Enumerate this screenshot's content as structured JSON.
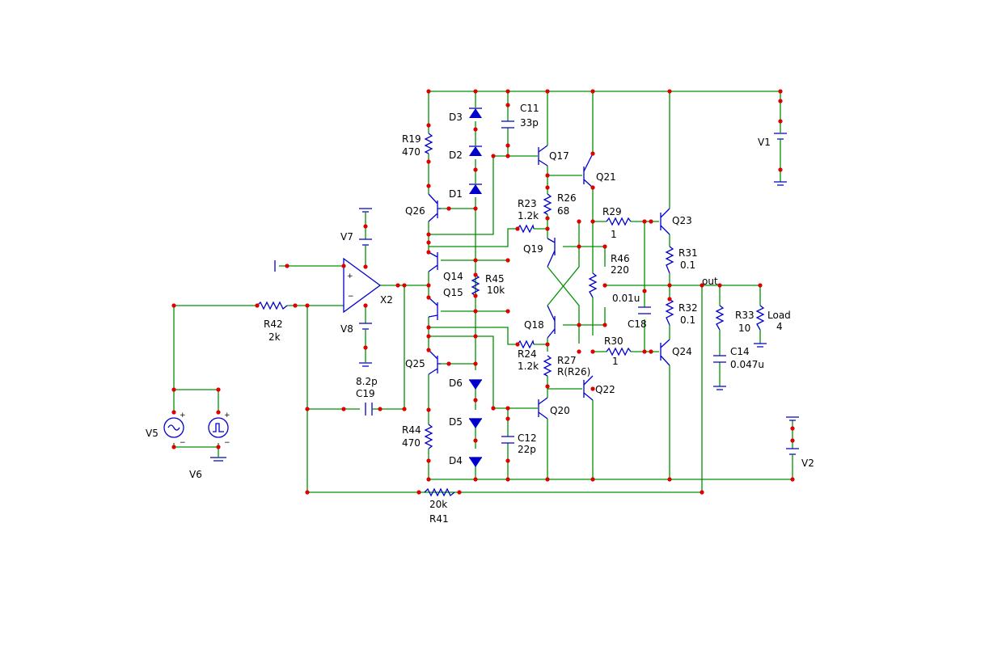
{
  "components": {
    "D3": "D3",
    "D2": "D2",
    "D1": "D1",
    "D6": "D6",
    "D5": "D5",
    "D4": "D4",
    "C11": "C11",
    "C11_val": "33p",
    "C12": "C12",
    "C12_val": "22p",
    "C18": "C18",
    "C18_val": "0.01u",
    "C19": "C19",
    "C19_val": "8.2p",
    "C14": "C14",
    "C14_val": "0.047u",
    "R19": "R19",
    "R19_val": "470",
    "R44": "R44",
    "R44_val": "470",
    "R23": "R23",
    "R23_val": "1.2k",
    "R24": "R24",
    "R24_val": "1.2k",
    "R26": "R26",
    "R26_val": "68",
    "R27": "R27",
    "R27_val": "R(R26)",
    "R29": "R29",
    "R29_val": "1",
    "R30": "R30",
    "R30_val": "1",
    "R31": "R31",
    "R31_val": "0.1",
    "R32": "R32",
    "R32_val": "0.1",
    "R33": "R33",
    "R33_val": "10",
    "R41": "R41",
    "R41_val": "20k",
    "R42": "R42",
    "R42_val": "2k",
    "R45": "R45",
    "R45_val": "10k",
    "R46": "R46",
    "R46_val": "220",
    "Load": "Load",
    "Load_val": "4",
    "Q14": "Q14",
    "Q15": "Q15",
    "Q17": "Q17",
    "Q18": "Q18",
    "Q19": "Q19",
    "Q20": "Q20",
    "Q21": "Q21",
    "Q22": "Q22",
    "Q23": "Q23",
    "Q24": "Q24",
    "Q25": "Q25",
    "Q26": "Q26",
    "V1": "V1",
    "V2": "V2",
    "V5": "V5",
    "V6": "V6",
    "V7": "V7",
    "V8": "V8",
    "X2": "X2",
    "out": "out"
  },
  "colors": {
    "wire": "#009000",
    "component": "#0000cc",
    "node": "#e00000",
    "text": "#000000"
  }
}
